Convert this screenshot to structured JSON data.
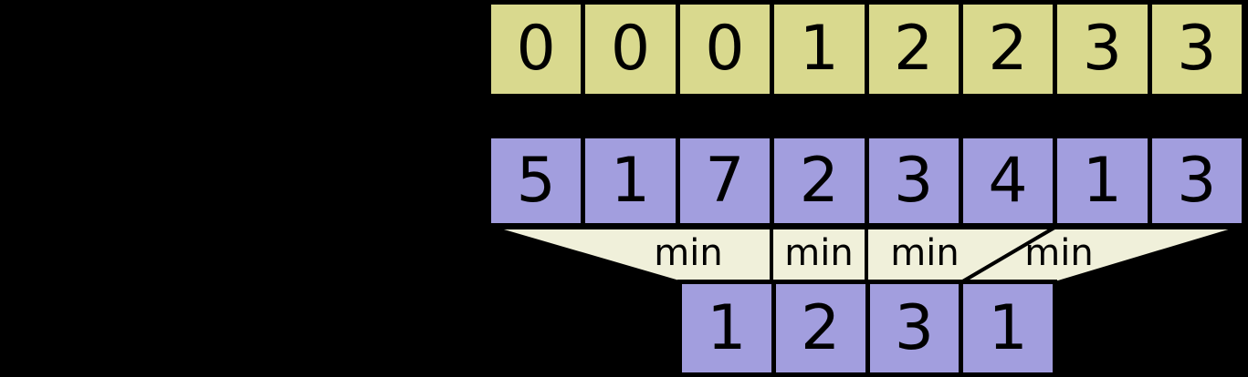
{
  "colors": {
    "background": "#000000",
    "cell_khaki": "#d9d98e",
    "cell_purple": "#a29ede",
    "funnel_cream": "#f0f0da",
    "line": "#000000"
  },
  "rows": {
    "block_index": {
      "values": [
        "0",
        "0",
        "0",
        "1",
        "2",
        "2",
        "3",
        "3"
      ]
    },
    "array": {
      "values": [
        "5",
        "1",
        "7",
        "2",
        "3",
        "4",
        "1",
        "3"
      ]
    },
    "block_min": {
      "values": [
        "1",
        "2",
        "3",
        "1"
      ]
    }
  },
  "min_labels": [
    "min",
    "min",
    "min",
    "min"
  ]
}
